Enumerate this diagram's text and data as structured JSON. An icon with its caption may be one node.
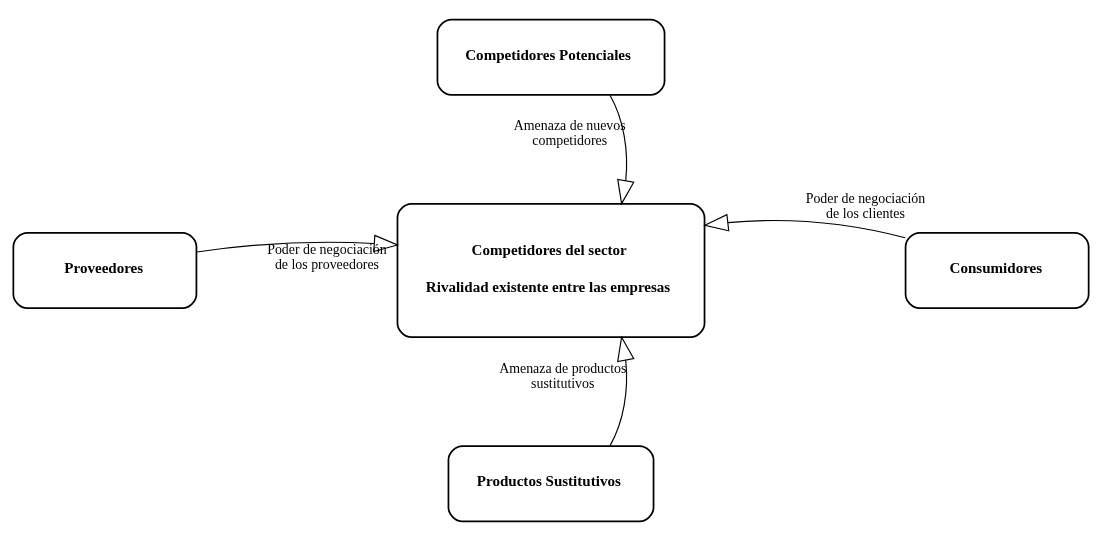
{
  "diagram": {
    "nodes": [
      {
        "text": [
          "Competidores Potenciales"
        ]
      },
      {
        "text": [
          "Proveedores"
        ]
      },
      {
        "text": [
          "Competidores del sector",
          "Rivalidad existente entre las empresas"
        ]
      },
      {
        "text": [
          "Consumidores"
        ]
      },
      {
        "text": [
          "Productos Sustitutivos"
        ]
      }
    ],
    "edges": [
      {
        "from": 0,
        "to": 2,
        "arrow": "to",
        "label": "Amenaza de nuevos competidores"
      },
      {
        "from": 1,
        "to": 2,
        "arrow": "to",
        "label": "Poder de negociación de los proveedores"
      },
      {
        "from": 3,
        "to": 2,
        "arrow": "to",
        "label": "Poder de negociación de los clientes"
      },
      {
        "from": 4,
        "to": 2,
        "arrow": "to",
        "label": "Amenaza de productos sustitutivos"
      }
    ]
  }
}
